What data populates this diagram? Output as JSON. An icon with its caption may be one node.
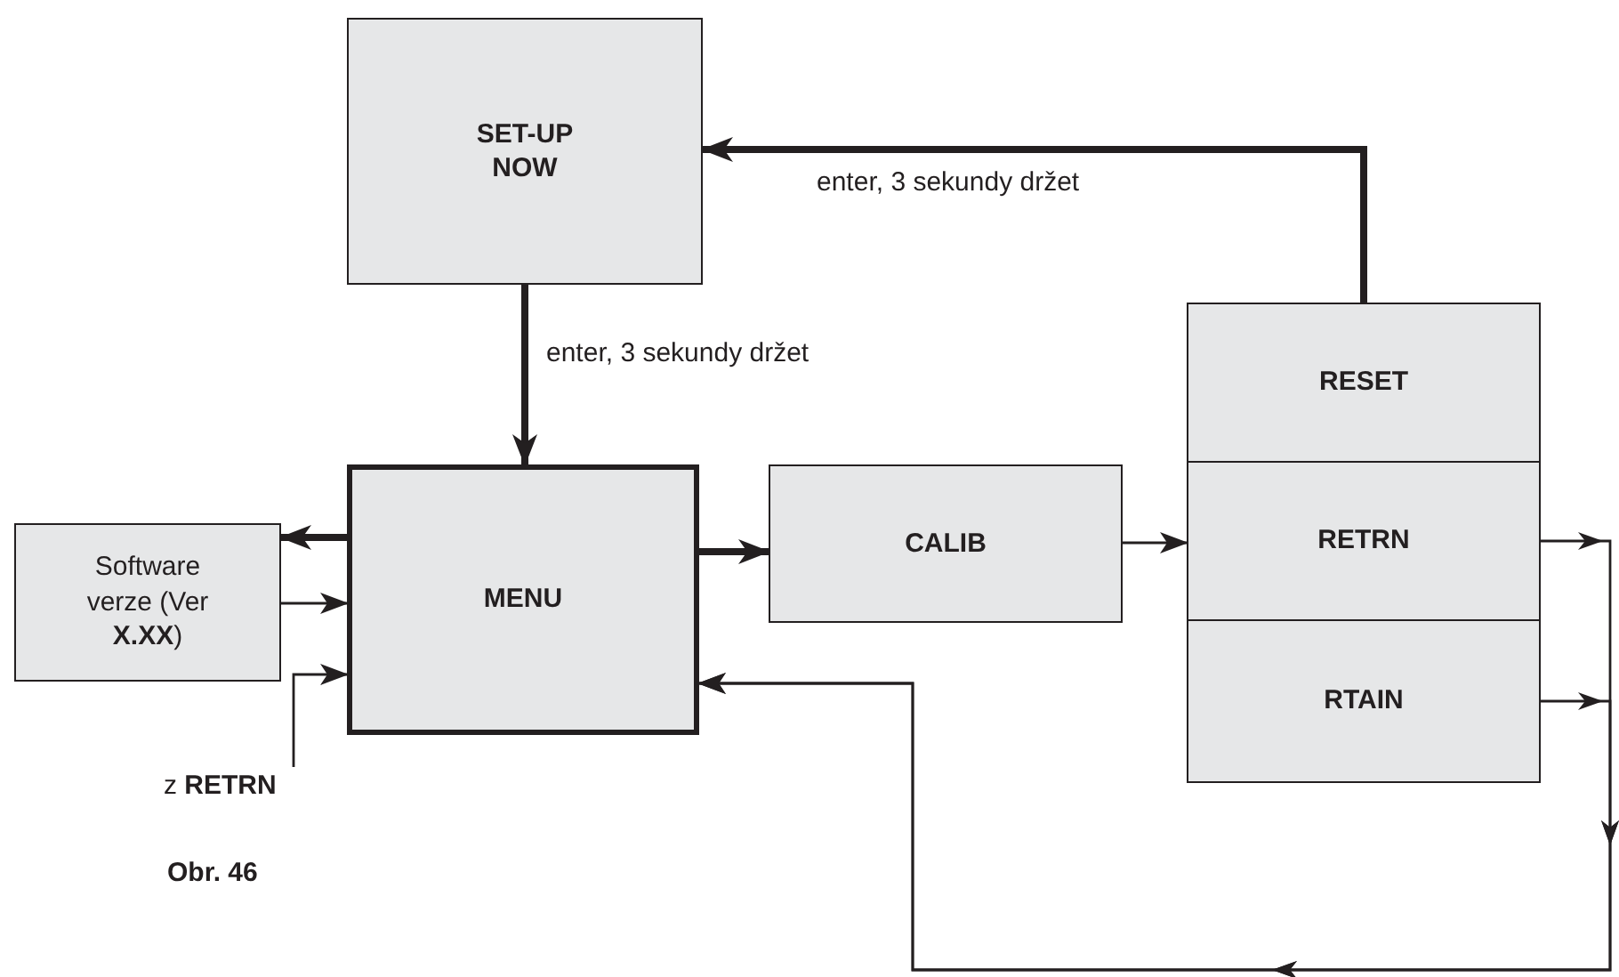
{
  "diagram": {
    "caption": "Obr. 46",
    "nodes": [
      {
        "text": [
          "SET-UP NOW"
        ]
      },
      {
        "text": [
          "RESET"
        ]
      },
      {
        "text": [
          "Software verze (Ver **X.XX**)"
        ]
      },
      {
        "text": [
          "MENU"
        ]
      },
      {
        "text": [
          "CALIB"
        ]
      },
      {
        "text": [
          "RETRN"
        ]
      },
      {
        "text": [
          "RTAIN"
        ]
      },
      {
        "text": [
          "z **RETRN**"
        ]
      }
    ],
    "edges": [
      {
        "from": 0,
        "to": 3,
        "arrow": "to",
        "label": "enter, 3 sekundy držet",
        "style": "thick"
      },
      {
        "from": 1,
        "to": 0,
        "arrow": "to",
        "label": "enter, 3 sekundy držet",
        "style": "thick"
      },
      {
        "from": 3,
        "to": 2,
        "arrow": "to",
        "style": "thick"
      },
      {
        "from": 2,
        "to": 3,
        "arrow": "to"
      },
      {
        "from": 7,
        "to": 3,
        "arrow": "to"
      },
      {
        "from": 3,
        "to": 4,
        "arrow": "to",
        "style": "thick"
      },
      {
        "from": 4,
        "to": 5,
        "arrow": "to"
      },
      {
        "from": 5,
        "to": 3,
        "arrow": "to"
      },
      {
        "from": 6,
        "to": 3,
        "arrow": "to"
      }
    ]
  }
}
